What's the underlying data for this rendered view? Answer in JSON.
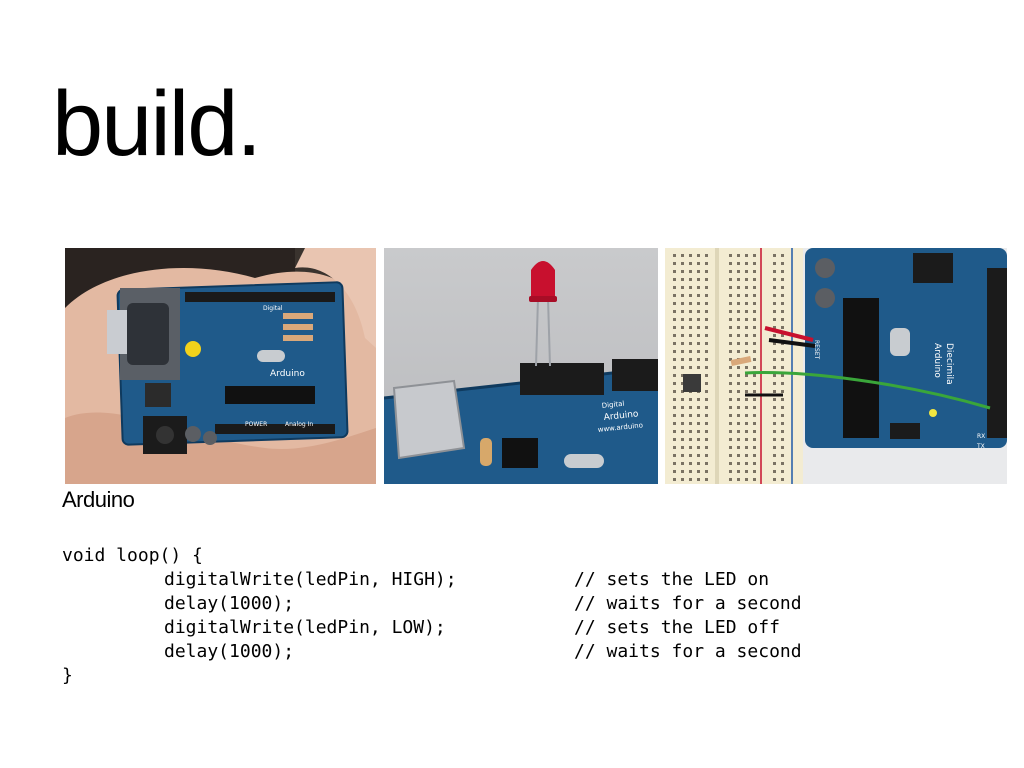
{
  "slide": {
    "title": "build.",
    "caption": "Arduino"
  },
  "images": {
    "arduino_in_hand": "Arduino board held in hand",
    "led_on_header": "red LED plugged into Arduino header",
    "breadboard_circuit": "breadboard circuit wired to Arduino Diecimila"
  },
  "board_labels": {
    "brand": "Arduino",
    "model": "Diecimila",
    "power": "POWER",
    "analog_in": "Analog In",
    "digital": "Digital",
    "website": "www.arduino",
    "reset": "RESET",
    "tx": "TX",
    "rx": "RX"
  },
  "code": {
    "open": "void loop() {",
    "lines": [
      {
        "statement": "digitalWrite(ledPin, HIGH);",
        "comment": "// sets the LED on"
      },
      {
        "statement": "delay(1000);",
        "comment": "// waits for a second"
      },
      {
        "statement": "digitalWrite(ledPin, LOW);",
        "comment": "// sets the LED off"
      },
      {
        "statement": "delay(1000);",
        "comment": "// waits for a second"
      }
    ],
    "close": "}"
  },
  "colors": {
    "background": "#ffffff",
    "text": "#000000",
    "board_blue": "#1f5a8a",
    "led_red": "#c8102e",
    "breadboard": "#f3ecd2"
  }
}
